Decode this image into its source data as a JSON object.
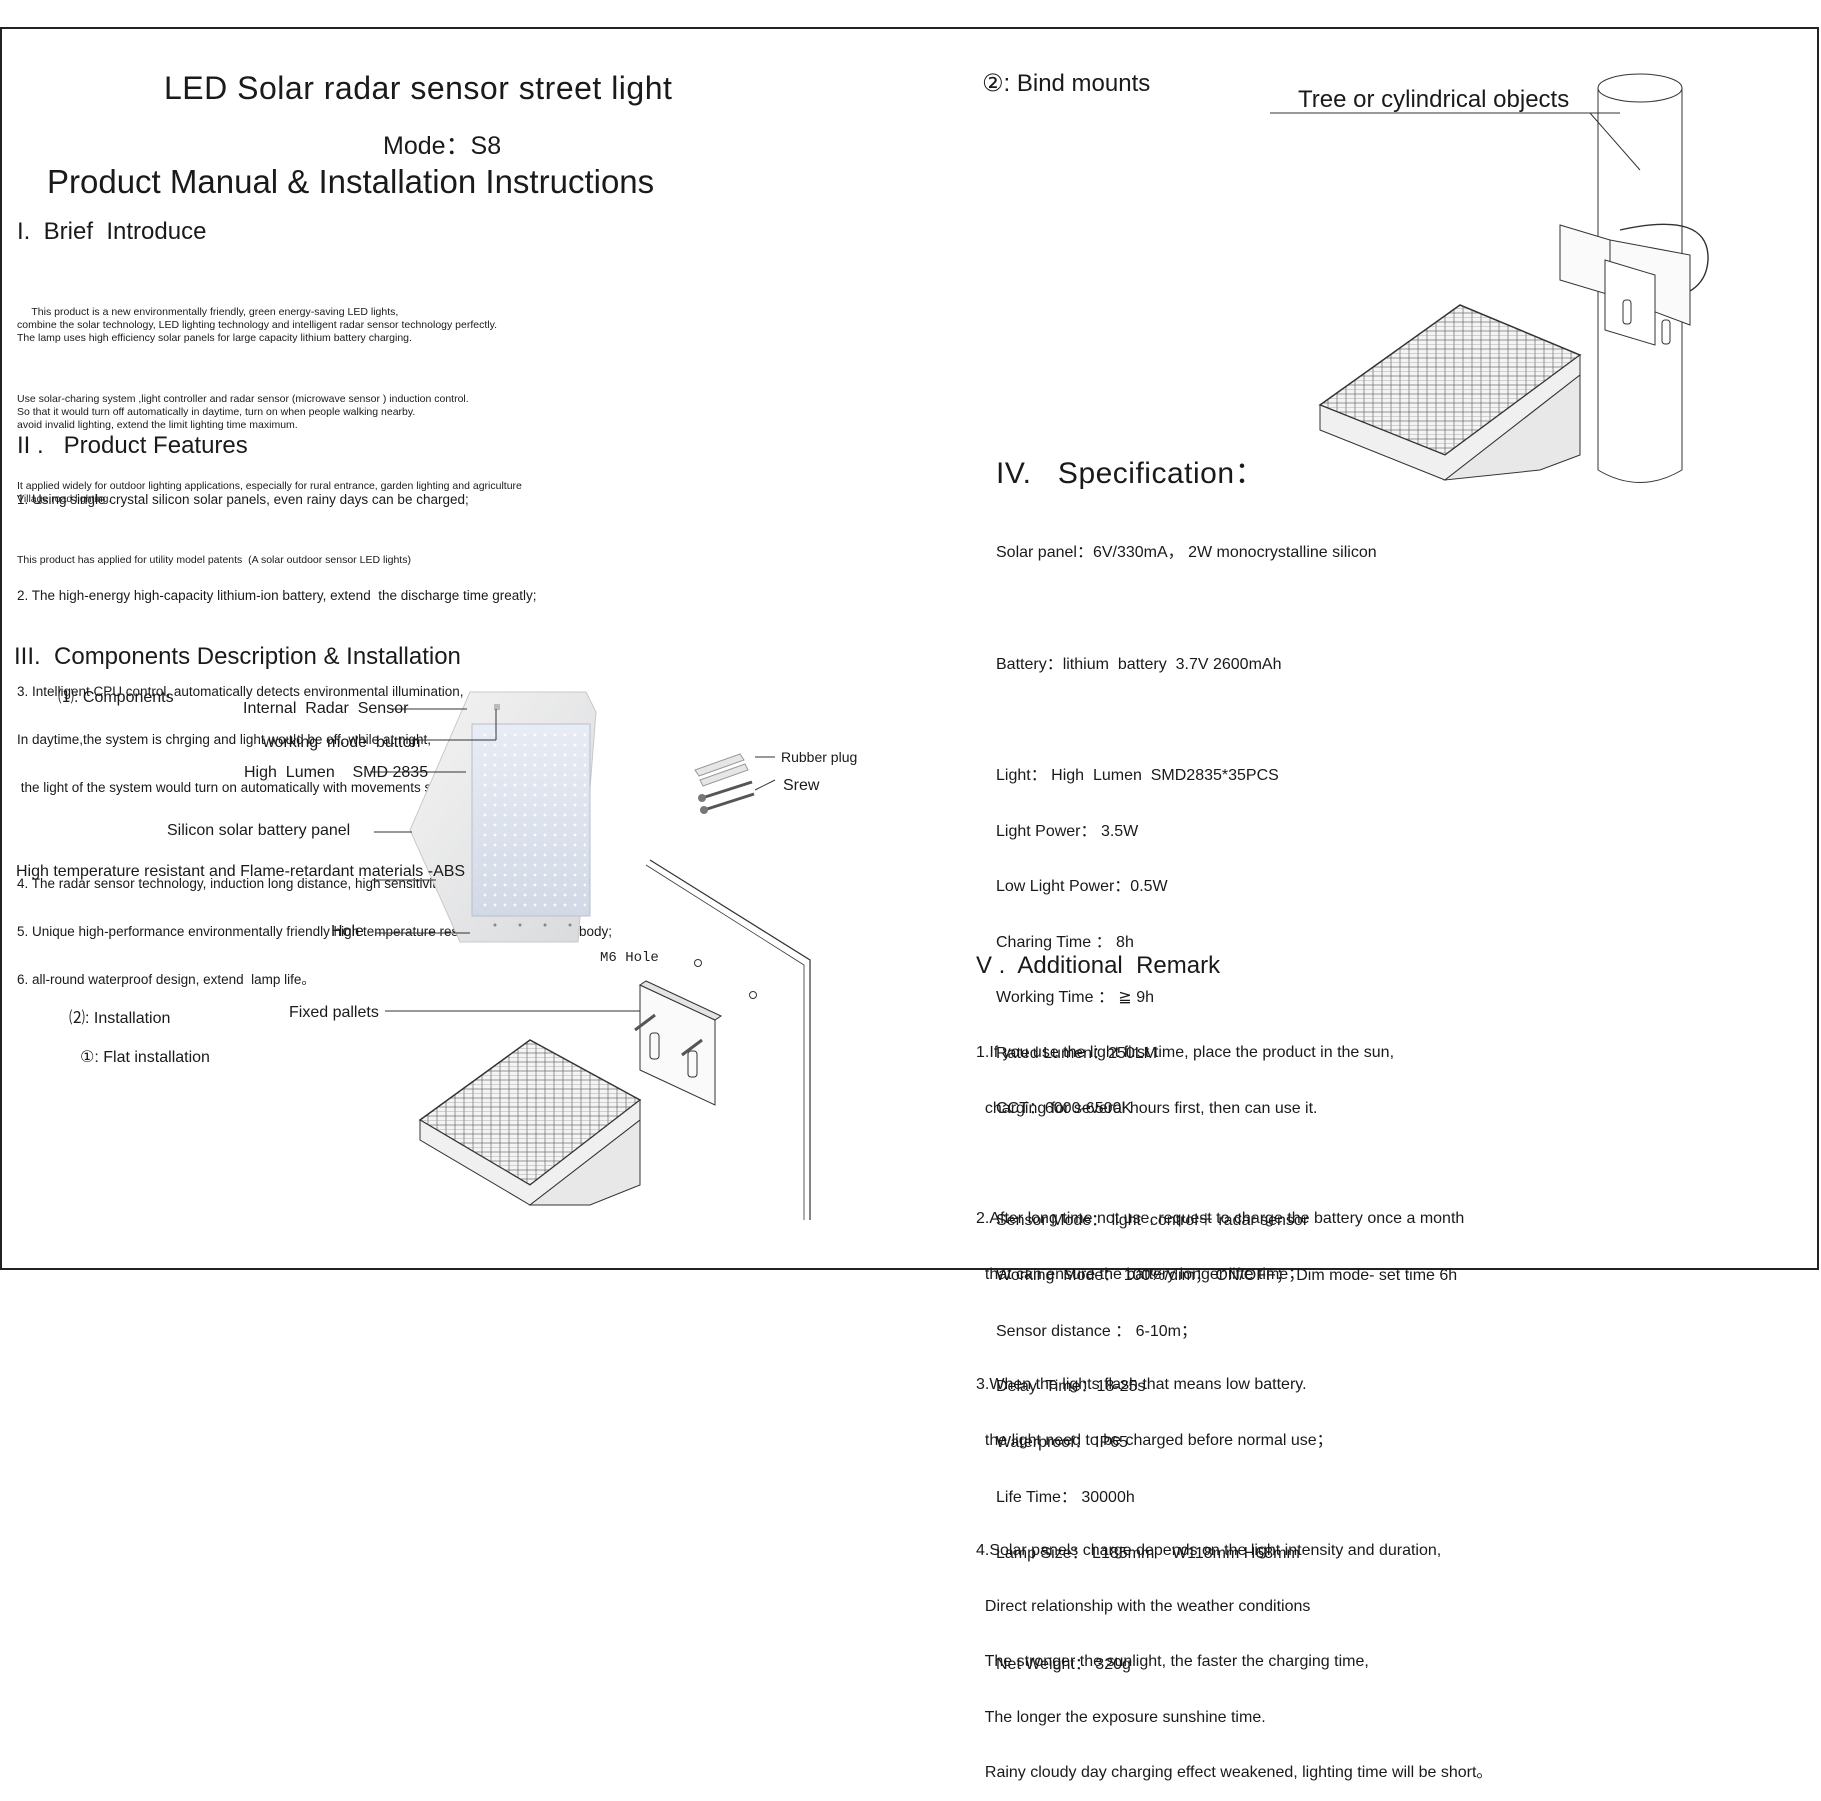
{
  "left": {
    "title": "LED Solar radar sensor street light",
    "mode": "Mode：S8",
    "manual_title": "Product Manual & Installation Instructions",
    "section1": "I.  Brief  Introduce",
    "intro": [
      "     This product is a new environmentally friendly, green energy-saving LED lights,\ncombine the solar technology, LED lighting technology and intelligent radar sensor technology perfectly.\nThe lamp uses high efficiency solar panels for large capacity lithium battery charging.",
      "Use solar-charing system ,light controller and radar sensor (microwave sensor ) induction control.\nSo that it would turn off automatically in daytime, turn on when people walking nearby.\navoid invalid lighting, extend the limit lighting time maximum.",
      "It applied widely for outdoor lighting applications, especially for rural entrance, garden lighting and agriculture\nVillage road lighting.",
      "This product has applied for utility model patents  (A solar outdoor sensor LED lights)"
    ],
    "section2": "II .   Product Features",
    "features": [
      "1. Using single crystal silicon solar panels, even rainy days can be charged;",
      "",
      "2. The high-energy high-capacity lithium-ion battery, extend  the discharge time greatly;",
      "",
      "3. Intelligent CPU control, automatically detects environmental illumination,",
      "In daytime,the system is chrging and light would be off. while at night,",
      " the light of the system would turn on automatically with movements sensing",
      "",
      "4. The radar sensor technology, induction long distance, high sensitivity;",
      "5. Unique high-performance environmentally friendly high temperature resistant material lamp body;",
      "6. all-round waterproof design, extend  lamp life。"
    ],
    "section3": "III.  Components Description & Installation",
    "components_label": "⑴: Components",
    "parts": {
      "radar": "Internal  Radar  Sensor",
      "button": "working  mode  button",
      "led": "High  Lumen    SMD 2835",
      "panel": "Silicon solar battery panel",
      "abs": "High temperature resistant and Flame-retardant materials -ABS",
      "hole": "Hole",
      "rubber": "Rubber plug",
      "screw": "Srew",
      "m6": "M6  Hole",
      "pallets": "Fixed pallets"
    },
    "installation_label": "⑵: Installation",
    "flat_label": "①: Flat installation"
  },
  "right": {
    "bind_label": "②: Bind mounts",
    "tree_label": "Tree or cylindrical objects",
    "section4": "IV.   Specification：",
    "spec": [
      "Solar panel：6V/330mA， 2W monocrystalline silicon",
      "",
      "Battery：lithium  battery  3.7V 2600mAh",
      "",
      "Light： High  Lumen  SMD2835*35PCS",
      "Light Power： 3.5W",
      "Low Light Power：0.5W",
      "Charing Time ： 8h",
      "Working Time ： ≧ 9h",
      "Rated Lumen：250LM",
      "CCT：6000-6500K",
      "",
      "Sensor Mode： light  control＋ radar sensor",
      "Working  Mode： 100%/dim； ON/OFF； Dim mode- set time 6h",
      "Sensor distance ： 6-10m；",
      "Delay  Time：18-25s",
      "Waterproof： IP65",
      "Life Time： 30000h",
      "Lamp Size： L185mm    W118mm H68mm",
      "",
      "Net Weight： 320g"
    ],
    "section5": "V .  Additional  Remark",
    "remarks": [
      "1.If you use the light first time, place the product in the sun,",
      "  charging for several hours first, then can use it.",
      "",
      "2.After long time not use, request to charge the battery once a month",
      "  that can ensure the battery longer lifte time；",
      "",
      "3.When the lights flash that means low battery.",
      "  the light need to be charged before normal use；",
      "",
      "4.Solar panels charge depends on the light intensity and duration,",
      "  Direct relationship with the weather conditions",
      "  The stronger the sunlight, the faster the charging time,",
      "  The longer the exposure sunshine time.",
      "  Rainy cloudy day charging effect weakened, lighting time will be short。"
    ]
  }
}
